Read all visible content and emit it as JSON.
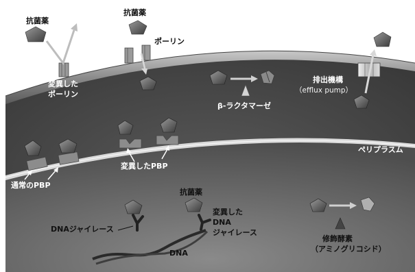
{
  "labels": {
    "antibiotic_top_left": "抗菌薬",
    "antibiotic_top_mid": "抗菌薬",
    "porin": "ポーリン",
    "mutated_porin_1": "変異した",
    "mutated_porin_2": "ポーリン",
    "beta_lactamase": "β-ラクタマーゼ",
    "efflux_1": "排出機構",
    "efflux_2": "（efflux pump）",
    "periplasm": "ペリプラスム",
    "normal_pbp": "通常のPBP",
    "mutated_pbp": "変異したPBP",
    "antibiotic_bottom": "抗菌薬",
    "dna_gyrase": "DNAジャイレース",
    "mutated_gyrase_1": "変異した",
    "mutated_gyrase_2": "DNA",
    "mutated_gyrase_3": "ジャイレース",
    "dna": "DNA",
    "modifying_enzyme_1": "修飾酵素",
    "modifying_enzyme_2": "（アミノグリコシド）"
  },
  "colors": {
    "background": "#ffffff",
    "outer_membrane": "#7a7a7a",
    "periplasm": "#4a4a4a",
    "cytoplasm": "#6b6b6b",
    "antibiotic": "#5f5f5f",
    "pbp": "#8c8c8c"
  }
}
